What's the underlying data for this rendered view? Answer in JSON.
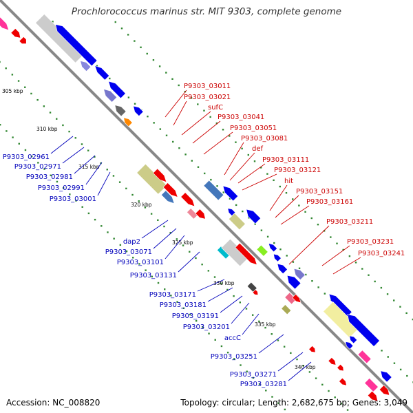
{
  "title": "Prochlorococcus marinus str. MIT 9303, complete genome",
  "accession_text": "Accession: NC_008820",
  "topology_text": "Topology: circular; Length: 2,682,675 bp; Genes: 3,049",
  "colors": {
    "backbone": "#888888",
    "forward_label": "#cc0000",
    "reverse_label": "#0000bb",
    "tick": "#338833"
  },
  "scale_ticks": [
    "305 kbp",
    "310 kbp",
    "315 kbp",
    "320 kbp",
    "325 kbp",
    "330 kbp",
    "335 kbp",
    "340 kbp"
  ],
  "forward_gene_labels": [
    "P9303_03011",
    "P9303_03021",
    "sufC",
    "P9303_03041",
    "P9303_03051",
    "P9303_03081",
    "def",
    "P9303_03111",
    "P9303_03121",
    "hit",
    "P9303_03151",
    "P9303_03161",
    "P9303_03211",
    "P9303_03231",
    "P9303_03241"
  ],
  "reverse_gene_labels": [
    "P9303_02961",
    "P9303_02971",
    "P9303_02981",
    "P9303_02991",
    "P9303_03001",
    "dap2",
    "P9303_03071",
    "P9303_03101",
    "P9303_03131",
    "P9303_03171",
    "P9303_03181",
    "P9303_03191",
    "P9303_03201",
    "accC",
    "P9303_03251",
    "P9303_03271",
    "P9303_03281"
  ]
}
